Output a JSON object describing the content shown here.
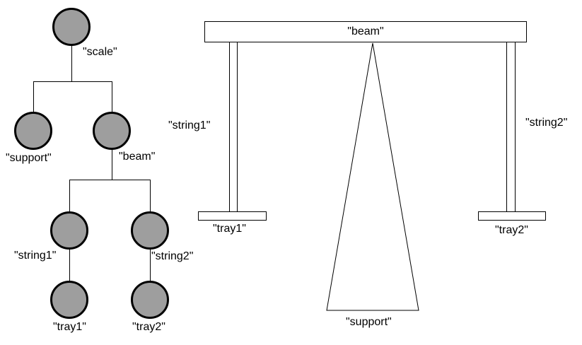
{
  "colors": {
    "background": "#FFFFFF",
    "node_fill": "#9E9E9E",
    "line": "#000000"
  },
  "tree": {
    "labels": {
      "scale": "\"scale\"",
      "support": "\"support\"",
      "beam": "\"beam\"",
      "string1": "\"string1\"",
      "string2": "\"string2\"",
      "tray1": "\"tray1\"",
      "tray2": "\"tray2\""
    }
  },
  "schematic": {
    "labels": {
      "beam": "\"beam\"",
      "string1": "\"string1\"",
      "string2": "\"string2\"",
      "tray1": "\"tray1\"",
      "tray2": "\"tray2\"",
      "support": "\"support\""
    }
  }
}
